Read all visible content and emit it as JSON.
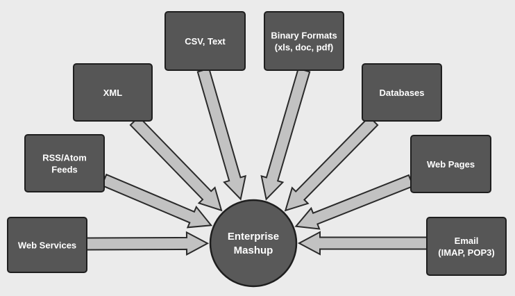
{
  "diagram": {
    "hub": {
      "name": "enterprise-mashup",
      "lines": [
        "Enterprise",
        "Mashup"
      ]
    },
    "sources": [
      {
        "name": "source-web-services",
        "lines": [
          "Web Services"
        ]
      },
      {
        "name": "source-rss-atom-feeds",
        "lines": [
          "RSS/Atom",
          "Feeds"
        ]
      },
      {
        "name": "source-xml",
        "lines": [
          "XML"
        ]
      },
      {
        "name": "source-csv-text",
        "lines": [
          "CSV, Text"
        ]
      },
      {
        "name": "source-binary-formats",
        "lines": [
          "Binary Formats",
          "(xls, doc, pdf)"
        ]
      },
      {
        "name": "source-databases",
        "lines": [
          "Databases"
        ]
      },
      {
        "name": "source-web-pages",
        "lines": [
          "Web Pages"
        ]
      },
      {
        "name": "source-email",
        "lines": [
          "Email",
          "(IMAP, POP3)"
        ]
      }
    ],
    "colors": {
      "background": "#ebebeb",
      "box_fill": "#565656",
      "arrow_fill": "#c2c2c2",
      "text": "#ffffff"
    }
  }
}
